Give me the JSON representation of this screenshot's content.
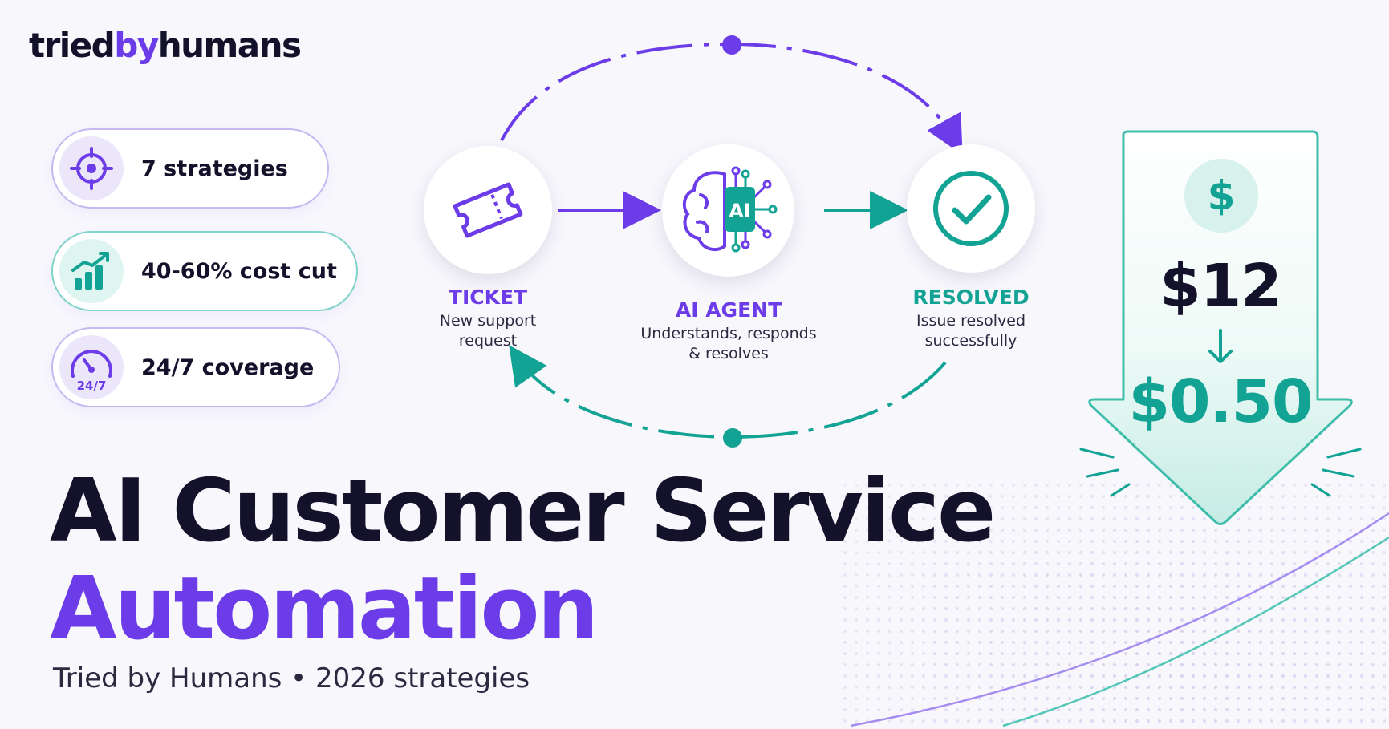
{
  "logo": {
    "part1": "tried",
    "part2": "by",
    "part3": "humans"
  },
  "stats": [
    {
      "label": "7 strategies",
      "icon": "target-icon"
    },
    {
      "label": "40-60% cost cut",
      "icon": "growth-chart-icon"
    },
    {
      "label": "24/7 coverage",
      "icon": "speedometer-icon",
      "badge": "24/7"
    }
  ],
  "flow": {
    "ticket": {
      "title": "TICKET",
      "desc": "New support request",
      "icon": "ticket-icon"
    },
    "agent": {
      "title": "AI AGENT",
      "desc": "Understands, responds & resolves",
      "icon": "ai-brain-icon",
      "chip": "AI"
    },
    "resolved": {
      "title": "RESOLVED",
      "desc": "Issue resolved successfully",
      "icon": "check-circle-icon"
    }
  },
  "price": {
    "symbol": "$",
    "old": "$12",
    "new": "$0.50"
  },
  "headline": {
    "line1": "AI Customer Service",
    "line2": "Automation"
  },
  "subtitle": "Tried by Humans • 2026 strategies",
  "colors": {
    "purple": "#6c3ce9",
    "teal": "#13a394",
    "dark": "#14122b"
  }
}
